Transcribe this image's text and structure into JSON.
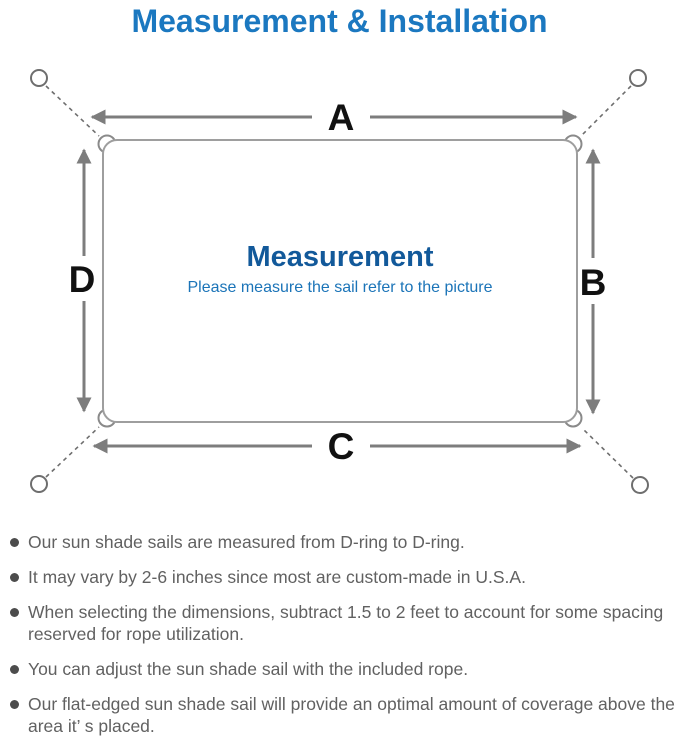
{
  "title": "Measurement & Installation",
  "diagram": {
    "labels": {
      "a": "A",
      "b": "B",
      "c": "C",
      "d": "D"
    },
    "center_title": "Measurement",
    "center_subtitle": "Please measure the sail refer to the picture"
  },
  "notes": [
    "Our sun shade sails are measured from D-ring to D-ring.",
    "It may vary by 2-6 inches since most are custom-made in U.S.A.",
    "When selecting the dimensions, subtract 1.5 to 2 feet to account for some spacing reserved for rope utilization.",
    "You can adjust the sun shade sail with the included rope.",
    "Our flat-edged sun shade sail will provide an optimal amount of coverage above the area it’ s placed."
  ],
  "colors": {
    "title-blue": "#1b78c0",
    "center-blue": "#12599a",
    "subtitle-blue": "#1b74b8",
    "line-gray": "#7d7d7d",
    "outline-gray": "#9e9e9e",
    "rope-gray": "#6e6e6e",
    "label-black": "#111111",
    "note-gray": "#616161",
    "dot-gray": "#4c4c4c"
  }
}
